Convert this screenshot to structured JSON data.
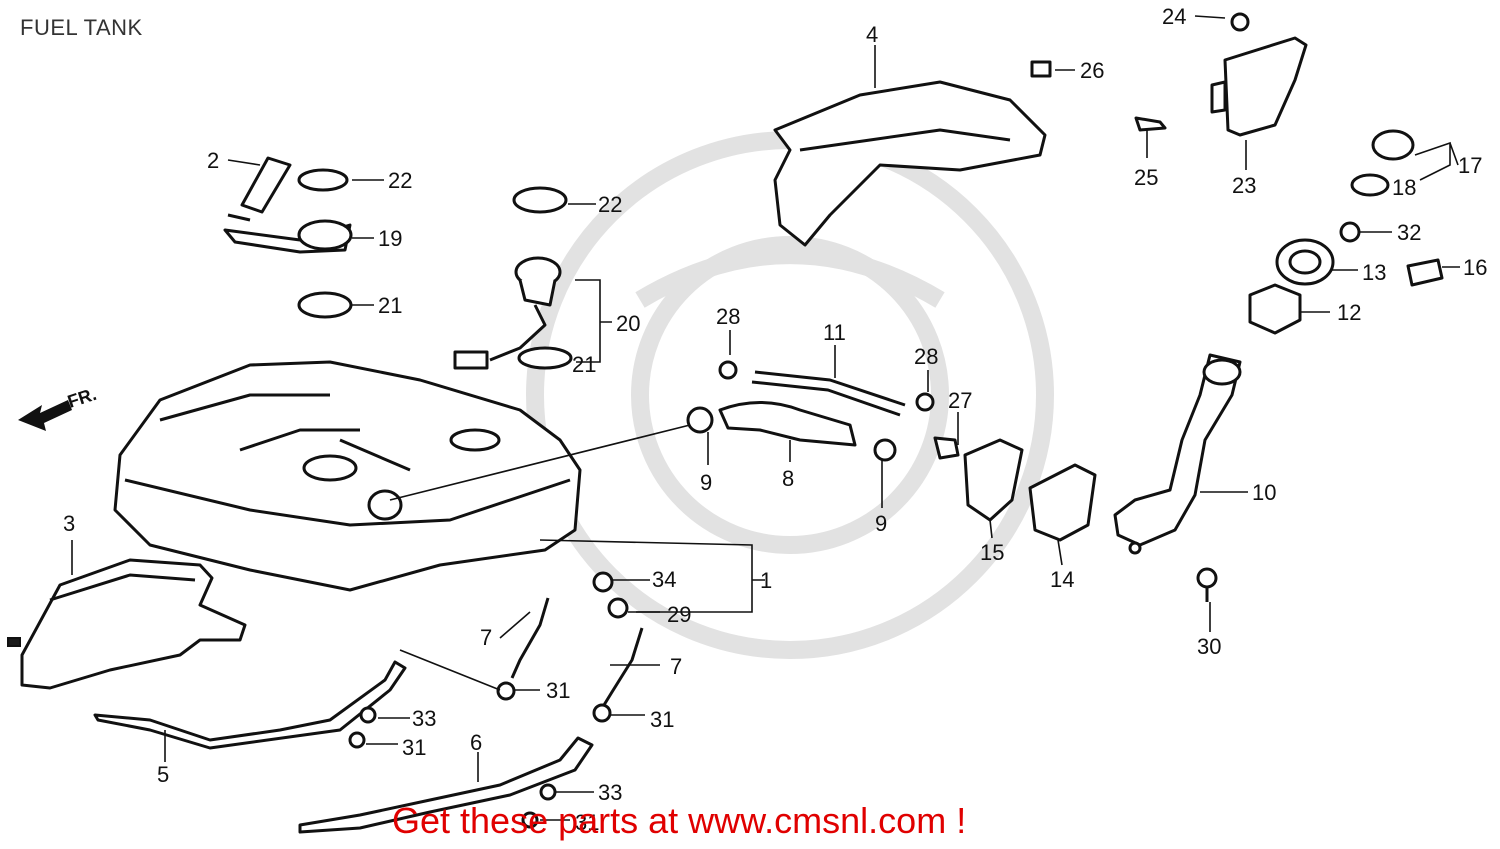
{
  "title": "FUEL TANK",
  "direction_label": "FR.",
  "banner": "Get these parts at www.cmsnl.com !",
  "colors": {
    "banner": "#e00000",
    "lines": "#111111",
    "watermark": "#e2e2e2"
  },
  "part_numbers": {
    "n1": "1",
    "n2": "2",
    "n3": "3",
    "n4": "4",
    "n5": "5",
    "n6": "6",
    "n7a": "7",
    "n7b": "7",
    "n8": "8",
    "n9a": "9",
    "n9b": "9",
    "n10": "10",
    "n11": "11",
    "n12": "12",
    "n13": "13",
    "n14": "14",
    "n15": "15",
    "n16": "16",
    "n17": "17",
    "n18": "18",
    "n19": "19",
    "n20": "20",
    "n21a": "21",
    "n21b": "21",
    "n22a": "22",
    "n22b": "22",
    "n23": "23",
    "n24": "24",
    "n25": "25",
    "n26": "26",
    "n27": "27",
    "n28a": "28",
    "n28b": "28",
    "n29": "29",
    "n30": "30",
    "n31a": "31",
    "n31b": "31",
    "n31c": "31",
    "n31d": "31",
    "n32": "32",
    "n33a": "33",
    "n33b": "33",
    "n34": "34"
  }
}
